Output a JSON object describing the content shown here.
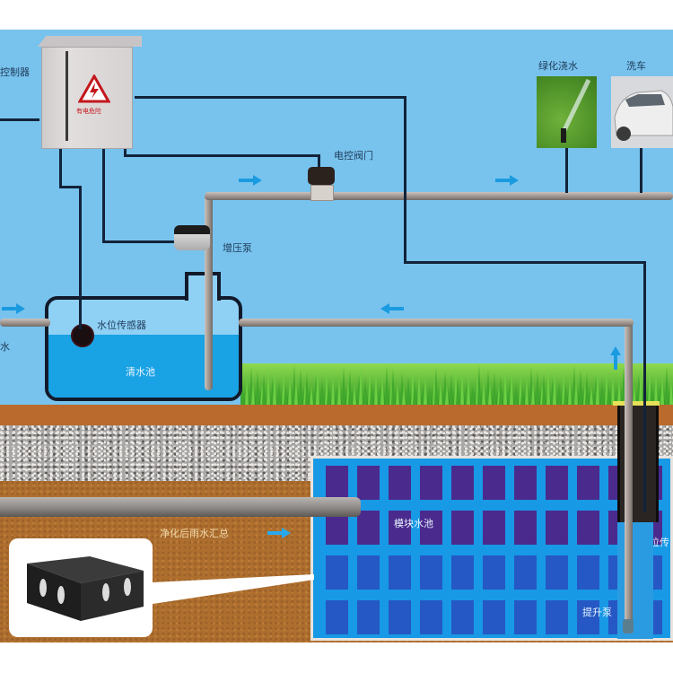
{
  "diagram": {
    "title": "Rainwater harvesting and reuse system",
    "labels": {
      "controller": "控制器",
      "solenoid_valve": "电控阀门",
      "booster_pump": "增压泵",
      "irrigation": "绿化浇水",
      "car_wash": "洗车",
      "water_level_sensor": "水位传感器",
      "clean_water_tank": "清水池",
      "purified_rainwater_collection": "净化后雨水汇总",
      "module_pool": "模块水池",
      "water_level_sensor_2": "水位传",
      "lift_pump": "提升泵",
      "warning_sign": "有电危险",
      "left_edge_fragment": "水"
    },
    "flow_arrows": [
      {
        "location": "supply-line-left",
        "direction": "right"
      },
      {
        "location": "supply-line-right",
        "direction": "right"
      },
      {
        "location": "return-line",
        "direction": "left"
      },
      {
        "location": "tank-inlet",
        "direction": "right"
      },
      {
        "location": "riser",
        "direction": "up"
      },
      {
        "location": "collection-pipe",
        "direction": "right"
      }
    ],
    "colors": {
      "sky": "#78c3ee",
      "water": "#19a2e4",
      "module_purple": "#4b2a8e",
      "module_blue": "#2558c4",
      "arrow": "#1a9be0",
      "soil": "#b96a2c",
      "wire": "#12233a"
    }
  }
}
